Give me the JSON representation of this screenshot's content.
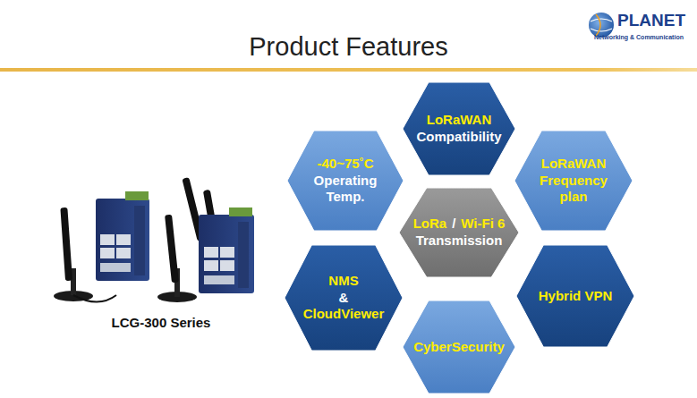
{
  "diagram": {
    "title": "Product Features",
    "nodes": [
      {
        "text": [
          "LoRaWAN",
          "Compatibility"
        ]
      },
      {
        "text": [
          "-40~75˚C",
          "Operating Temp."
        ]
      },
      {
        "text": [
          "LoRaWAN Frequency plan"
        ]
      },
      {
        "text": [
          "LoRa",
          "/",
          "Wi-Fi 6",
          "Transmission"
        ]
      },
      {
        "text": [
          "NMS",
          "&",
          "CloudViewer"
        ]
      },
      {
        "text": [
          "Hybrid VPN"
        ]
      },
      {
        "text": [
          "CyberSecurity"
        ]
      }
    ],
    "labels": [
      "PLANET",
      "Networking & Communication",
      "LCG-300 Series"
    ]
  }
}
